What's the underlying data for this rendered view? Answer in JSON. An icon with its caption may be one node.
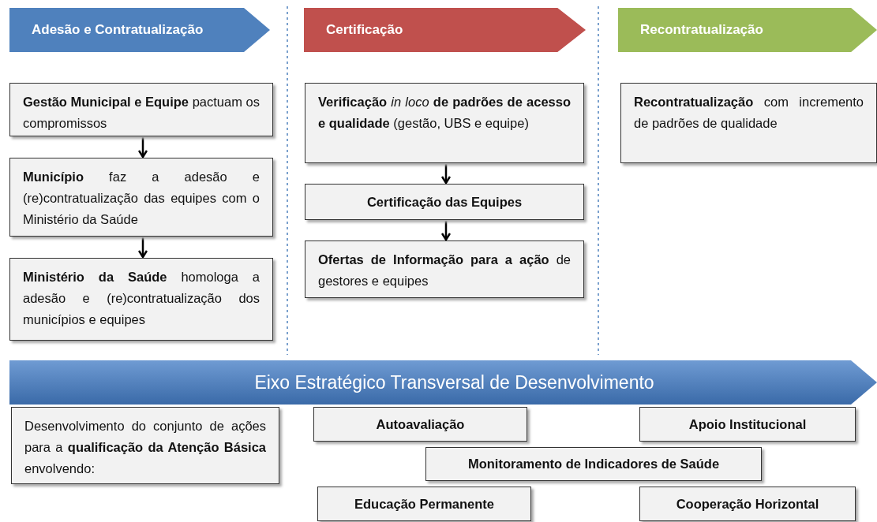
{
  "diagram": {
    "nodes": [
      {
        "text": [
          "Adesão e Contratualização"
        ]
      },
      {
        "text": [
          "Certificação"
        ]
      },
      {
        "text": [
          "Recontratualização"
        ]
      },
      {
        "text": [
          "**Gestão Municipal e Equipe** pactuam os compromissos"
        ]
      },
      {
        "text": [
          "**Município** faz a adesão e (re)contratualização das equipes com o Ministério da Saúde"
        ]
      },
      {
        "text": [
          "**Ministério da Saúde** homologa a adesão e (re)contratualização dos municípios e equipes"
        ]
      },
      {
        "text": [
          "**Verificação** *in loco* **de padrões de acesso e qualidade** (gestão, UBS e equipe)"
        ]
      },
      {
        "text": [
          "Certificação das Equipes"
        ]
      },
      {
        "text": [
          "**Ofertas de Informação para a ação** de gestores e equipes"
        ]
      },
      {
        "text": [
          "**Recontratualização** com incremento de padrões de qualidade"
        ]
      },
      {
        "text": [
          "Eixo Estratégico Transversal de Desenvolvimento"
        ]
      },
      {
        "text": [
          "Desenvolvimento do conjunto de ações para a **qualificação da Atenção Básica** envolvendo:"
        ]
      },
      {
        "text": [
          "Autoavaliação"
        ]
      },
      {
        "text": [
          "Apoio Institucional"
        ]
      },
      {
        "text": [
          "Monitoramento de Indicadores de Saúde"
        ]
      },
      {
        "text": [
          "Educação Permanente"
        ]
      },
      {
        "text": [
          "Cooperação Horizontal"
        ]
      }
    ],
    "edges": [
      {
        "from": 3,
        "to": 4,
        "arrow": "to"
      },
      {
        "from": 4,
        "to": 5,
        "arrow": "to"
      },
      {
        "from": 6,
        "to": 7,
        "arrow": "to"
      },
      {
        "from": 7,
        "to": 8,
        "arrow": "to"
      }
    ]
  }
}
